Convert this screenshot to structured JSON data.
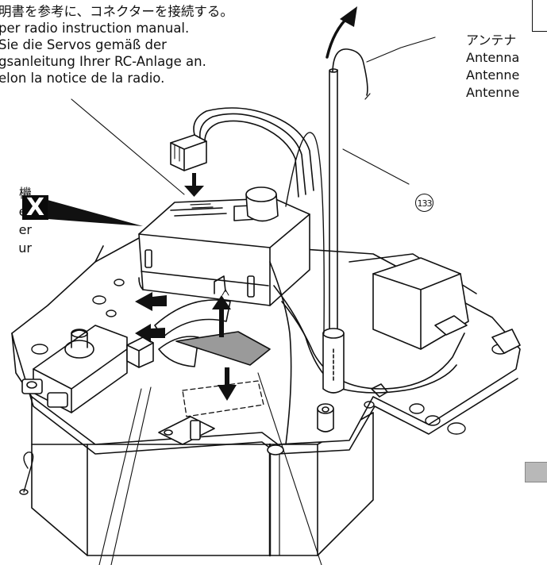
{
  "instructions": {
    "line1": "明書を参考に、コネクターを接続する。",
    "line2": " per radio instruction manual.",
    "line3": "Sie die Servos gemäß der",
    "line4": "gsanleitung Ihrer RC-Anlage an.",
    "line5": "elon la notice de la radio."
  },
  "antenna_label": {
    "ja": "アンテナ",
    "en": "Antenna",
    "de": "Antenne",
    "fr": "Antenne"
  },
  "left_label": {
    "line1": "機",
    "line2": "er",
    "line3": "er",
    "line4": "ur"
  },
  "marker": "X",
  "part_number": "133",
  "colors": {
    "line": "#111111",
    "receiver_tape": "#9a9a9a",
    "gray_box": "#b8b8b8"
  }
}
